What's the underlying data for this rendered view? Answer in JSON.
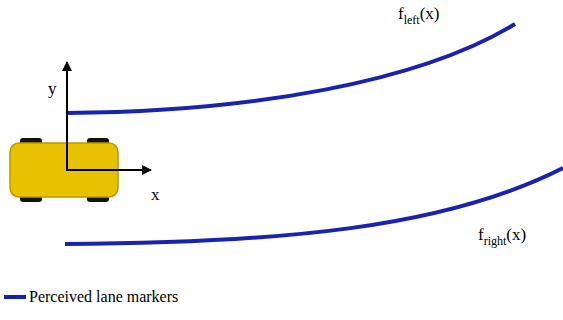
{
  "diagram": {
    "labels": [
      "y",
      "x",
      "f",
      "left",
      "(x)",
      "f",
      "right",
      "(x)"
    ],
    "legend": [
      {
        "text": "Perceived lane markers"
      }
    ]
  }
}
